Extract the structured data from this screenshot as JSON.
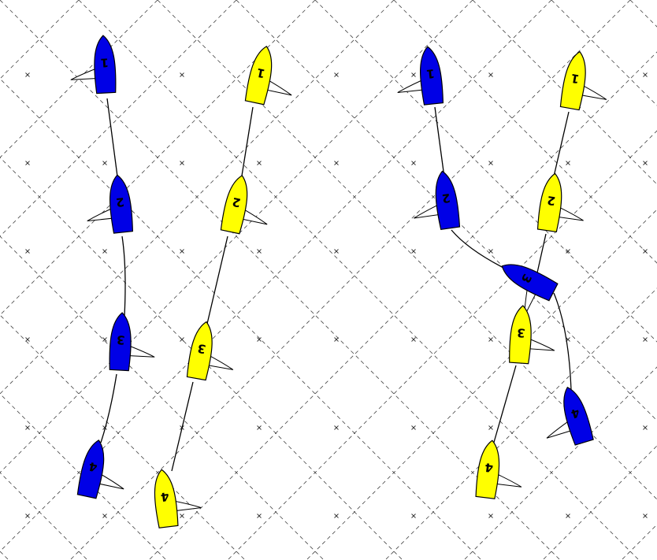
{
  "colors": {
    "background": "#ffffff",
    "grid": "#444444",
    "blue_boat": "#0000e6",
    "yellow_boat": "#ffff00",
    "outline": "#000000"
  },
  "diagrams": [
    {
      "name": "left-diagram",
      "fleets": [
        {
          "name": "blue",
          "color": "blue_boat",
          "labels": [
            "1",
            "2",
            "3",
            "4"
          ]
        },
        {
          "name": "yellow",
          "color": "yellow_boat",
          "labels": [
            "1",
            "2",
            "3",
            "4"
          ]
        }
      ]
    },
    {
      "name": "right-diagram",
      "fleets": [
        {
          "name": "blue",
          "color": "blue_boat",
          "labels": [
            "1",
            "2",
            "3",
            "4"
          ]
        },
        {
          "name": "yellow",
          "color": "yellow_boat",
          "labels": [
            "1",
            "2",
            "3",
            "4"
          ]
        }
      ]
    }
  ]
}
